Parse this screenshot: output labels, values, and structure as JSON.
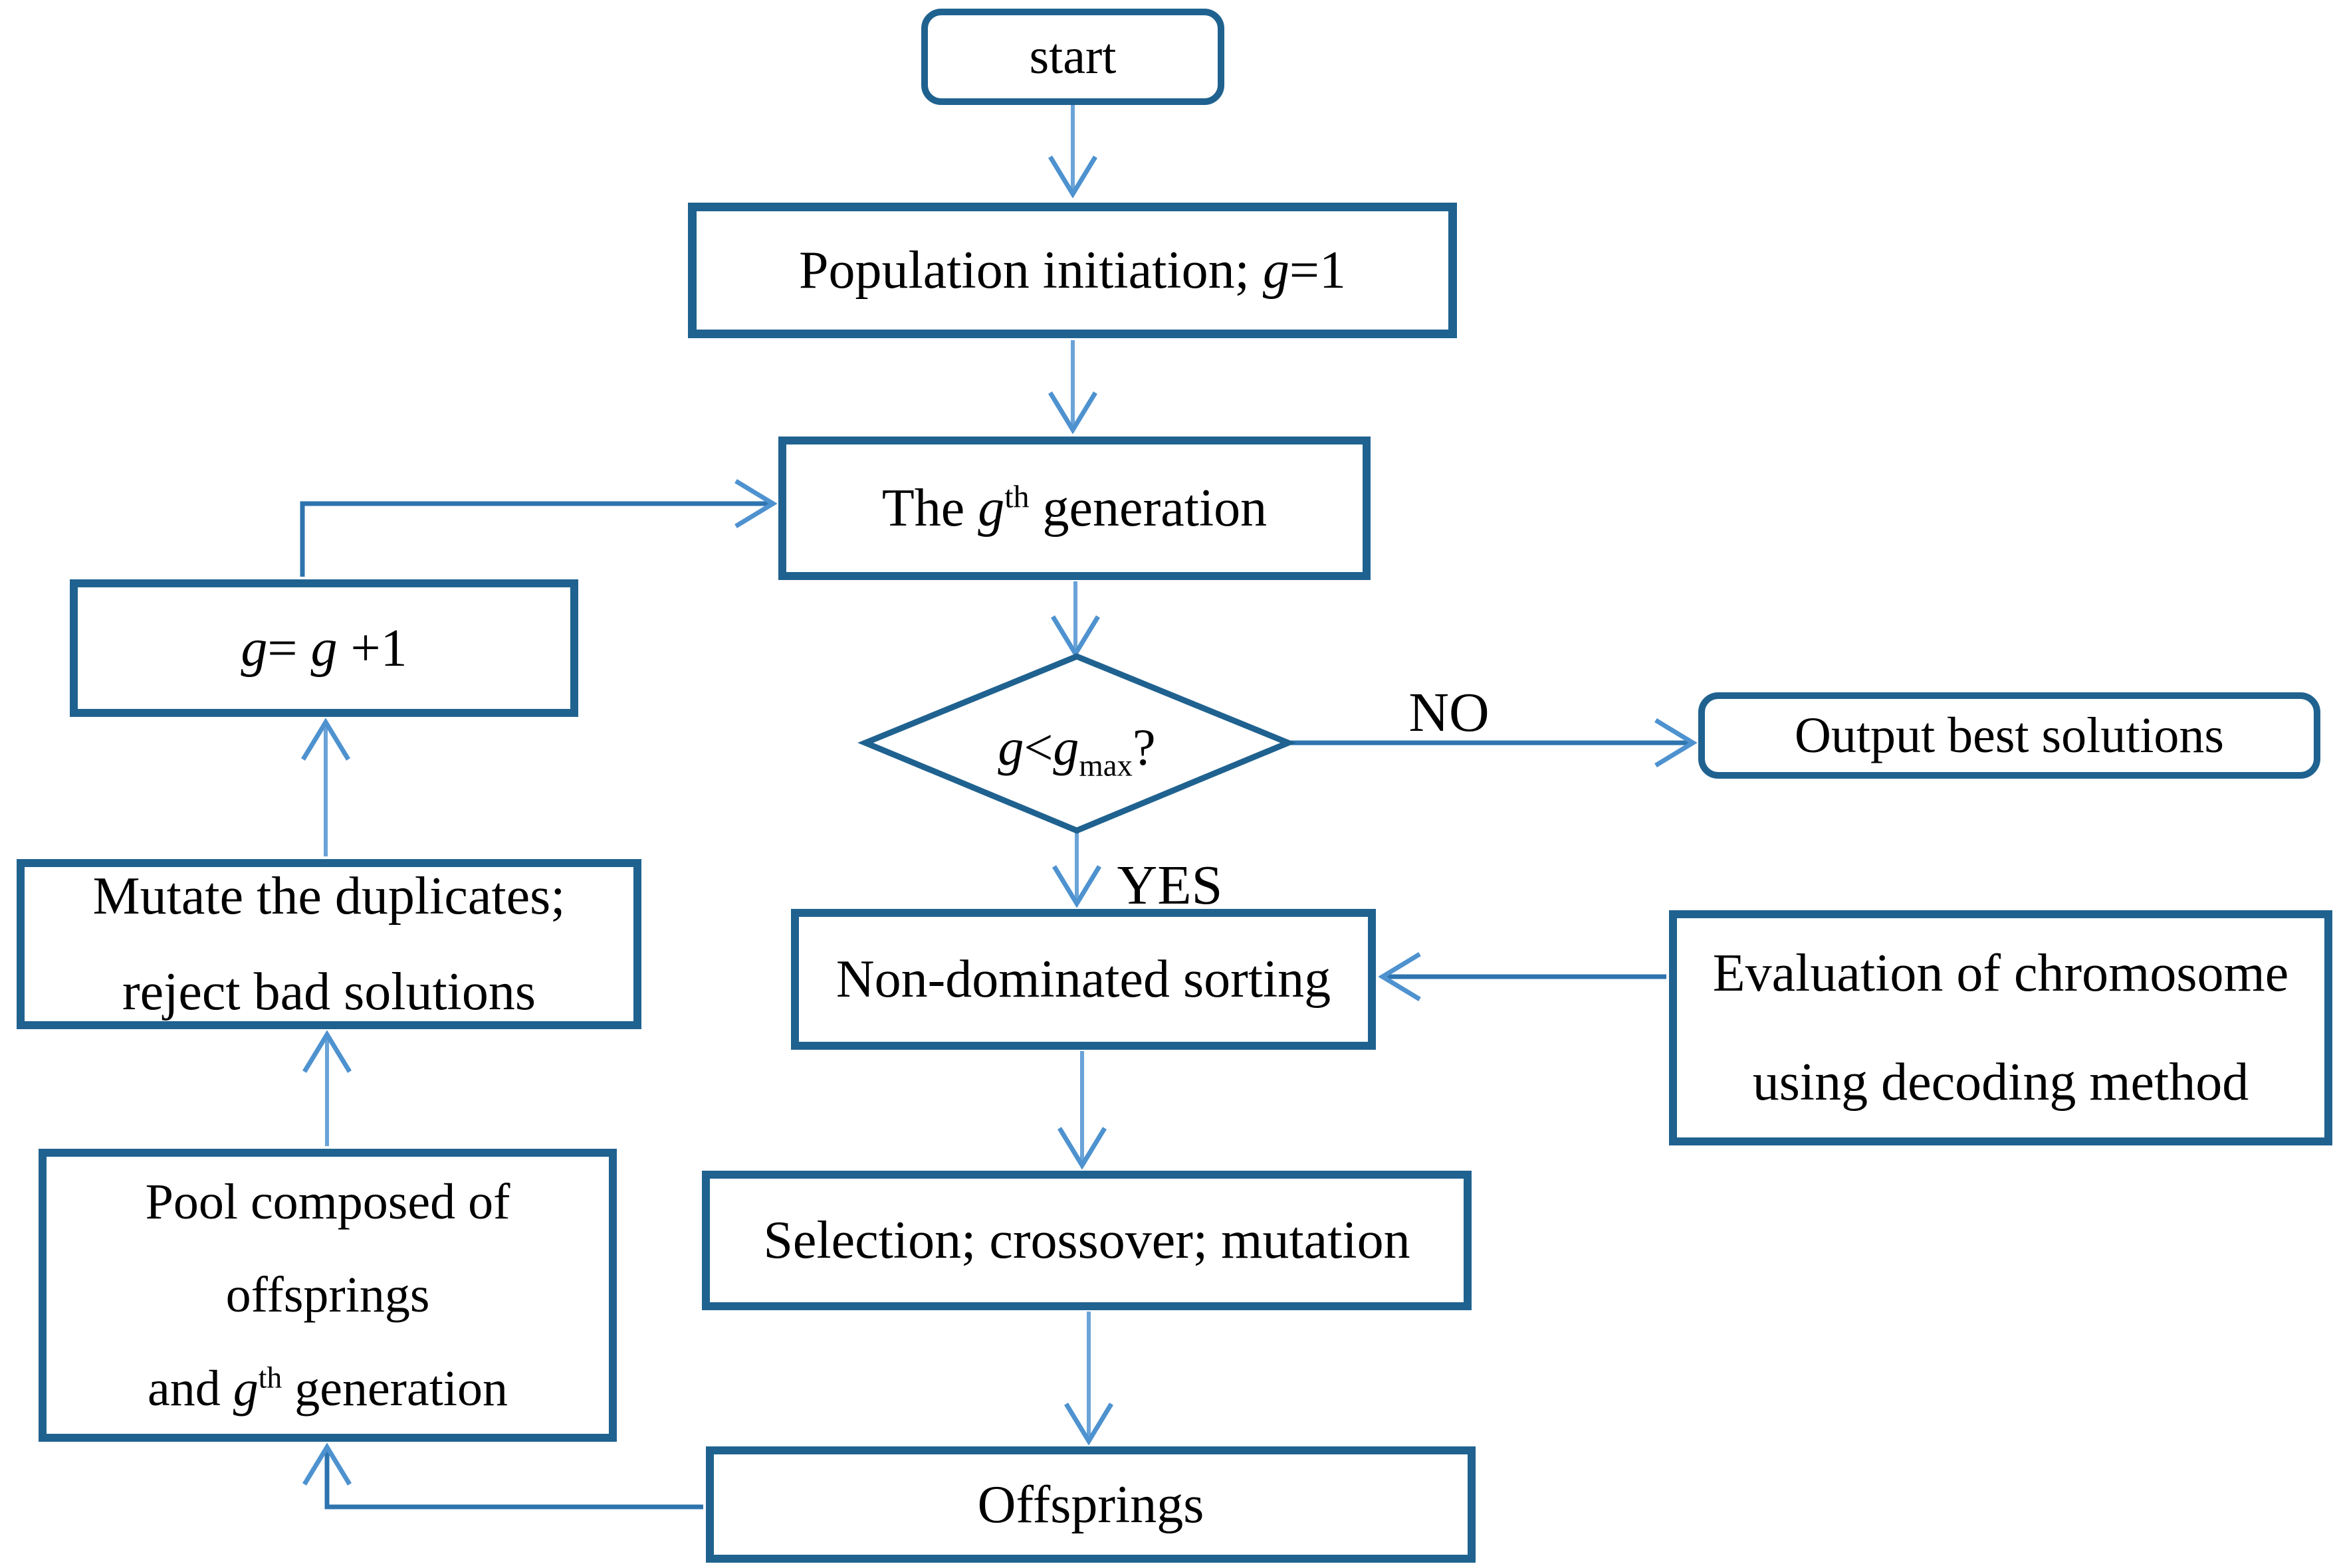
{
  "nodes": {
    "start": {
      "label": "start"
    },
    "population": {
      "pre": "Population initiation; ",
      "g": "g",
      "post": "=1"
    },
    "generation": {
      "pre": "The ",
      "g": "g",
      "sup": "th",
      "post": " generation"
    },
    "g_increment": {
      "g1": "g",
      "eq": "= ",
      "g2": "g",
      "plus": " +1"
    },
    "decision": {
      "g1": "g",
      "lt": "<",
      "g2": "g",
      "sub": "max",
      "q": "?"
    },
    "output": {
      "label": "Output best solutions"
    },
    "non_dominated": {
      "label": "Non-dominated sorting"
    },
    "evaluation": {
      "line1": "Evaluation of chromosome",
      "line2": "using decoding method"
    },
    "mutate": {
      "line1": "Mutate the duplicates;",
      "line2": "reject bad solutions"
    },
    "pool": {
      "line1": "Pool composed of",
      "line2": "offsprings",
      "line3_pre": "and ",
      "g": "g",
      "sup": "th",
      "line3_post": " generation"
    },
    "selection": {
      "label": "Selection; crossover; mutation"
    },
    "offsprings": {
      "label": "Offsprings"
    }
  },
  "edge_labels": {
    "yes": "YES",
    "no": "NO"
  },
  "colors": {
    "box_border": "#1f6290",
    "arrow_light": "#6aa3d8",
    "arrow_dark": "#2e74ae",
    "arrow_head": "#4e92cf",
    "text": "#000000",
    "bg": "#ffffff"
  }
}
